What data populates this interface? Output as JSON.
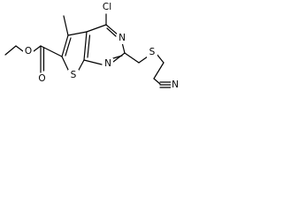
{
  "structure": {
    "atoms": {
      "o_ester": "O",
      "o_carbonyl": "O",
      "cl": "Cl",
      "n_top": "N",
      "n_bottom": "N",
      "s_ring": "S",
      "s_thioether": "S",
      "n_nitrile": "N"
    }
  }
}
